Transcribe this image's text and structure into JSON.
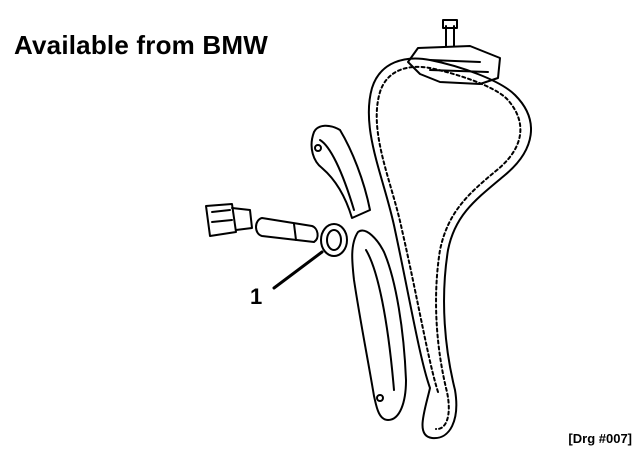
{
  "title": "Available from BMW",
  "callout": "1",
  "drawing_ref": "[Drg #007]",
  "colors": {
    "ink": "#000000",
    "paper": "#ffffff"
  }
}
